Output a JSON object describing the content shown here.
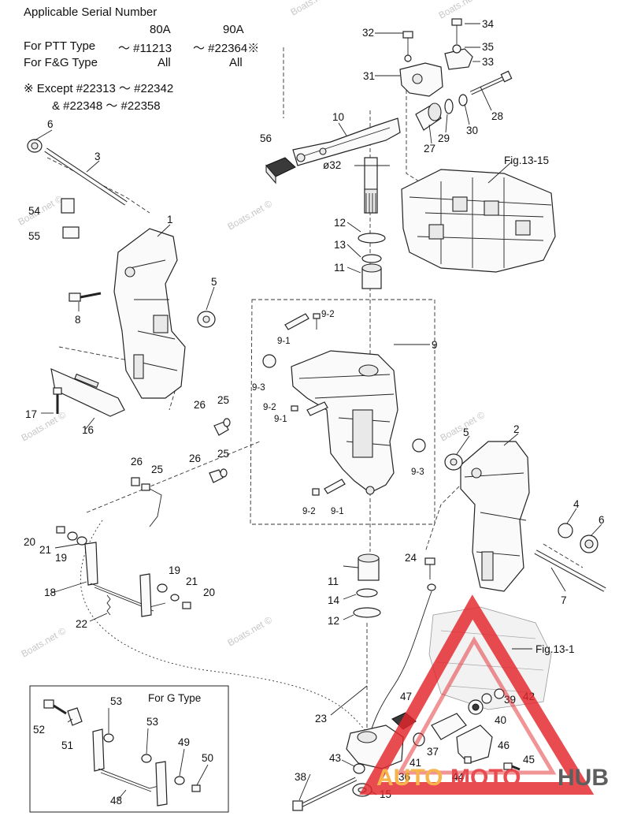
{
  "header": {
    "title": "Applicable Serial Number",
    "col_80a": "80A",
    "col_90a": "90A",
    "ptt_label": "For PTT Type",
    "ptt_80a": "〜 #11213",
    "ptt_90a": "〜 #22364※",
    "fg_label": "For F&G Type",
    "fg_80a": "All",
    "fg_90a": "All",
    "except_line1": "※ Except  #22313 〜 #22342",
    "except_line2": "&  #22348 〜 #22358"
  },
  "labels": {
    "p1": "1",
    "p2": "2",
    "p3": "3",
    "p4": "4",
    "p5a": "5",
    "p5b": "5",
    "p6a": "6",
    "p6b": "6",
    "p7": "7",
    "p8": "8",
    "p9": "9",
    "p10": "10",
    "p11a": "11",
    "p11b": "11",
    "p12a": "12",
    "p12b": "12",
    "p13": "13",
    "p14": "14",
    "p15": "15",
    "p16": "16",
    "p17": "17",
    "p18": "18",
    "p19a": "19",
    "p19b": "19",
    "p20a": "20",
    "p20b": "20",
    "p21a": "21",
    "p21b": "21",
    "p22": "22",
    "p23": "23",
    "p24": "24",
    "p25a": "25",
    "p25b": "25",
    "p25c": "25",
    "p26a": "26",
    "p26b": "26",
    "p26c": "26",
    "p27": "27",
    "p28": "28",
    "p29": "29",
    "p30": "30",
    "p31": "31",
    "p32": "32",
    "p33": "33",
    "p34": "34",
    "p35": "35",
    "p36": "36",
    "p37": "37",
    "p38": "38",
    "p39": "39",
    "p40": "40",
    "p41": "41",
    "p42": "42",
    "p43": "43",
    "p44": "44",
    "p45": "45",
    "p46": "46",
    "p47": "47",
    "p48": "48",
    "p49": "49",
    "p50": "50",
    "p51": "51",
    "p52": "52",
    "p53a": "53",
    "p53b": "53",
    "p54": "54",
    "p55": "55",
    "p56": "56",
    "s91a": "9-1",
    "s91b": "9-1",
    "s91c": "9-1",
    "s92a": "9-2",
    "s92b": "9-2",
    "s92c": "9-2",
    "s93a": "9-3",
    "s93b": "9-3",
    "dia32": "ø32",
    "fig1315": "Fig.13-15",
    "fig131": "Fig.13-1",
    "forg": "For G Type"
  },
  "watermarks": [
    "Boats.net ©",
    "Boats.net ©",
    "Boats.net ©",
    "Boats.net ©",
    "Boats.net ©",
    "Boats.net ©",
    "Boats.net",
    "Boats.net"
  ],
  "logo": {
    "text_auto": "AUTO",
    "text_moto": "MOTO",
    "text_hub": "HUB"
  },
  "colors": {
    "logo_red": "#e4262b",
    "logo_orange": "#f5a623",
    "logo_dark": "#3b3b3b",
    "ink": "#222222"
  }
}
